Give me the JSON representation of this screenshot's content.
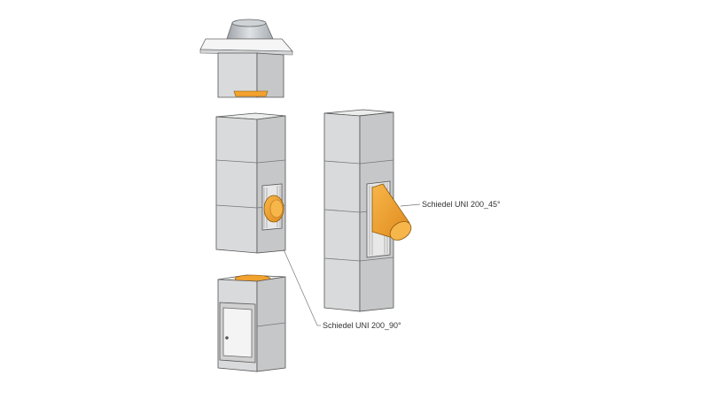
{
  "callouts": {
    "left_label": "Schiedel UNI 200_90°",
    "right_label": "Schiedel UNI 200_45°"
  },
  "colors": {
    "background": "#ffffff",
    "block_front": "#d9dadb",
    "block_side": "#c6c7c8",
    "block_top": "#eceded",
    "edge": "#555555",
    "flue_orange": "#f2a22e",
    "flue_orange_dark": "#d9861a",
    "cap_metal": "#b8bcc0",
    "door": "#f4f4f4",
    "leader": "#777777"
  },
  "icons": {
    "chimney_cap": "chimney-cap",
    "flue_connector_90": "flue-connector-90",
    "flue_connector_45": "flue-connector-45",
    "cleanout_door": "cleanout-door"
  }
}
